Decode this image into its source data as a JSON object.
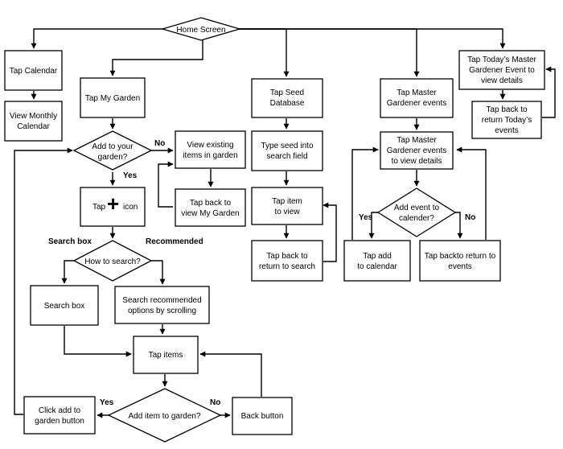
{
  "colors": {
    "stroke": "#000000",
    "fill": "#ffffff",
    "text": "#000000"
  },
  "nodes": {
    "home": "Home Screen",
    "tap_calendar": "Tap Calendar",
    "view_monthly_1": "View Monthly",
    "view_monthly_2": "Calendar",
    "tap_my_garden": "Tap My Garden",
    "add_to_garden_q_1": "Add to your",
    "add_to_garden_q_2": "garden?",
    "view_existing_1": "View existing",
    "view_existing_2": "items in garden",
    "tap_back_garden_1": "Tap back to",
    "tap_back_garden_2": "view My Garden",
    "tap_icon_pre": "Tap",
    "tap_icon_glyph": "+",
    "tap_icon_post": "icon",
    "how_to_search_q": "How to search?",
    "search_box": "Search box",
    "search_recommended_1": "Search recommended",
    "search_recommended_2": "options by scrolling",
    "tap_items": "Tap items",
    "add_item_q": "Add item to garden?",
    "click_add_1": "Click add to",
    "click_add_2": "garden button",
    "back_button": "Back button",
    "tap_seed_db_1": "Tap Seed",
    "tap_seed_db_2": "Database",
    "type_seed_1": "Type seed into",
    "type_seed_2": "search field",
    "tap_item_view_1": "Tap item",
    "tap_item_view_2": "to view",
    "tap_back_search_1": "Tap back to",
    "tap_back_search_2": "return to search",
    "tap_mg_events_1": "Tap Master",
    "tap_mg_events_2": "Gardener events",
    "tap_mg_details_1": "Tap Master",
    "tap_mg_details_2": "Gardener events",
    "tap_mg_details_3": "to view details",
    "add_event_q_1": "Add event to",
    "add_event_q_2": "calender?",
    "tap_add_cal_1": "Tap add",
    "tap_add_cal_2": "to calendar",
    "tap_back_events_1": "Tap backto return to",
    "tap_back_events_2": "events",
    "today_event_1": "Tap Today’s Master",
    "today_event_2": "Gardener Event to",
    "today_event_3": "view details",
    "tap_back_today_1": "Tap back to",
    "tap_back_today_2": "return Today’s",
    "tap_back_today_3": "events"
  },
  "labels": {
    "no_1": "No",
    "yes_1": "Yes",
    "search_box_branch": "Search box",
    "recommended_branch": "Recommended",
    "yes_2": "Yes",
    "no_2": "No",
    "yes_3": "Yes",
    "no_3": "No"
  }
}
